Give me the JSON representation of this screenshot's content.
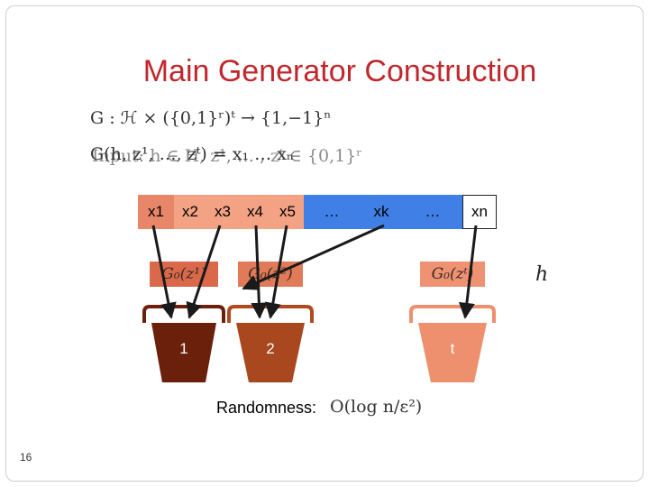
{
  "slide": {
    "title": "Main Generator Construction",
    "math_line1": "G : ℋ × ({0,1}ʳ)ᵗ → {1,−1}ⁿ",
    "math_line2": "G(h, z¹, …, zᵗ) = x₁ … xₙ",
    "math_line3": "Input: h ∈ H, z¹, … , zᵗ ∈ {0,1}ʳ",
    "randomness_label": "Randomness:",
    "randomness_math": "O(log n/ε²)",
    "page_number": "16",
    "h_label": "h"
  },
  "cells": [
    {
      "label": "x1",
      "color": "#e8866a"
    },
    {
      "label": "x2",
      "color": "#f3a384"
    },
    {
      "label": "x3",
      "color": "#f3a384"
    },
    {
      "label": "x4",
      "color": "#f3a384"
    },
    {
      "label": "x5",
      "color": "#f3a384"
    },
    {
      "label": "…",
      "color": "#3f7fe6"
    },
    {
      "label": "xk",
      "color": "#3f7fe6"
    },
    {
      "label": "…",
      "color": "#3f7fe6"
    },
    {
      "label": "xn",
      "color": "#ffffff"
    }
  ],
  "generators": [
    {
      "label": "G₀(z¹)",
      "color": "#d9694a"
    },
    {
      "label": "G₀(z²)",
      "color": "#e07a58"
    },
    {
      "label": "G₀(zᵗ)",
      "color": "#ee9272"
    }
  ],
  "buckets": [
    {
      "label": "1",
      "color": "#6b200c",
      "text_color": "#ffffff"
    },
    {
      "label": "2",
      "color": "#a9471f",
      "text_color": "#ffffff"
    },
    {
      "label": "t",
      "color": "#ee8f6d",
      "text_color": "#ffffff"
    }
  ],
  "colors": {
    "title": "#c0282d",
    "arrow": "#1a1a1a",
    "brace_1": "#6b200c",
    "brace_2": "#b04a1f",
    "brace_t": "#ee8f6d"
  }
}
